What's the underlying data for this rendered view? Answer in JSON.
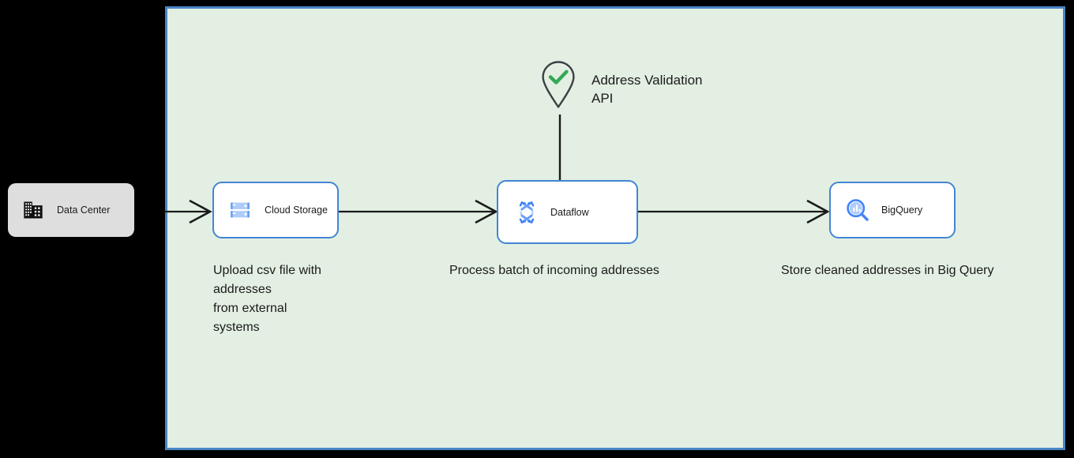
{
  "diagram": {
    "background_color": "#000000",
    "container": {
      "name": "gcp-project-boundary",
      "fill_color": "#E3EFE3",
      "border_color": "#4A86C8"
    },
    "external": {
      "datacenter": {
        "label": "Data Center",
        "icon": "building-icon",
        "fill_color": "#DEDEDE"
      }
    },
    "nodes": [
      {
        "id": "cloud-storage",
        "label": "Cloud Storage",
        "icon": "cloud-storage-icon",
        "border_color": "#4285D4",
        "accent_color": "#669DF6"
      },
      {
        "id": "dataflow",
        "label": "Dataflow",
        "icon": "dataflow-icon",
        "border_color": "#4285D4",
        "accent_color": "#669DF6"
      },
      {
        "id": "bigquery",
        "label": "BigQuery",
        "icon": "bigquery-icon",
        "border_color": "#4285D4",
        "accent_color": "#4285F4"
      }
    ],
    "api_service": {
      "id": "address-validation-api",
      "label": "Address Validation\nAPI",
      "icon": "map-pin-check-icon",
      "pin_color": "#3C4043",
      "check_color": "#34A853"
    },
    "captions": [
      {
        "id": "caption-storage",
        "text": "Upload csv file with\naddresses\nfrom external\nsystems"
      },
      {
        "id": "caption-dataflow",
        "text": "Process batch of incoming addresses"
      },
      {
        "id": "caption-bigquery",
        "text": "Store cleaned addresses in Big Query"
      }
    ],
    "edges": [
      {
        "id": "edge-datacenter-to-storage",
        "from": "data-center",
        "to": "cloud-storage",
        "arrow": true
      },
      {
        "id": "edge-storage-to-dataflow",
        "from": "cloud-storage",
        "to": "dataflow",
        "arrow": true
      },
      {
        "id": "edge-dataflow-to-bigquery",
        "from": "dataflow",
        "to": "bigquery",
        "arrow": true
      },
      {
        "id": "edge-api-to-dataflow",
        "from": "address-validation-api",
        "to": "dataflow",
        "arrow": false
      }
    ]
  }
}
